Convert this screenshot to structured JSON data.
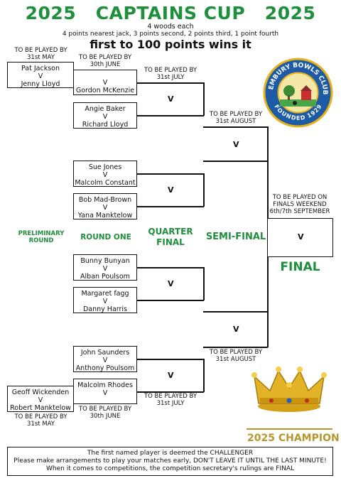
{
  "header": {
    "title": "2025   CAPTAINS CUP   2025",
    "line1": "4 woods each",
    "line2": "4 points nearest jack, 3 points second, 2 points third, 1 point fourth",
    "line3": "first to 100 points wins it"
  },
  "schedules": {
    "prelim_top": "TO BE PLAYED BY\n31st MAY",
    "r1_top": "TO BE PLAYED BY\n30th JUNE",
    "qf_top": "TO BE PLAYED BY\n31st JULY",
    "sf_top": "TO BE PLAYED BY\n31st AUGUST",
    "final": "TO BE PLAYED ON\nFINALS WEEKEND\n6th/7th SEPTEMBER",
    "sf_bottom": "TO BE PLAYED BY\n31st AUGUST",
    "qf_bottom": "TO BE PLAYED BY\n31st JULY",
    "r1_bottom": "TO BE PLAYED BY\n30th JUNE",
    "prelim_bottom": "TO BE PLAYED BY\n31st MAY"
  },
  "rounds": {
    "preliminary": "PRELIMINARY\nROUND",
    "round_one": "ROUND ONE",
    "quarter": "QUARTER\nFINAL",
    "semi": "SEMI-FINAL",
    "final": "FINAL"
  },
  "matches": {
    "prelim1": {
      "p1": "Pat Jackson",
      "vs": "V",
      "p2": "Jenny Lloyd"
    },
    "r1_1": {
      "p1": "V",
      "p2": "Gordon McKenzie"
    },
    "r1_2": {
      "p1": "Angie Baker",
      "vs": "V",
      "p2": "Richard Lloyd"
    },
    "r1_3": {
      "p1": "Sue Jones",
      "vs": "V",
      "p2": "Malcolm Constant"
    },
    "r1_4": {
      "p1": "Bob Mad-Brown",
      "vs": "V",
      "p2": "Yana Manktelow"
    },
    "r1_5": {
      "p1": "Bunny Bunyan",
      "vs": "V",
      "p2": "Alban Poulsom"
    },
    "r1_6": {
      "p1": "Margaret fagg",
      "vs": "V",
      "p2": "Danny Harris"
    },
    "r1_7": {
      "p1": "John Saunders",
      "vs": "V",
      "p2": "Anthony Poulsom"
    },
    "r1_8": {
      "p1": "Malcolm Rhodes",
      "vs": "V"
    },
    "prelim2": {
      "p1": "Geoff Wickenden",
      "vs": "V",
      "p2": "Robert Manktelow"
    },
    "qf_v": "V",
    "sf_v": "V",
    "final_v": "V"
  },
  "club": {
    "top": "PEMBURY BOWLS CLUB",
    "bottom": "FOUNDED 1929"
  },
  "champion": "2025 CHAMPION",
  "footer": {
    "l1": "The first named player is deemed the CHALLENGER",
    "l2": "Please make arrangements to play your matches early, DON'T LEAVE IT UNTIL THE LAST MINUTE!",
    "l3": "When it comes to competitions, the competition secretary's rulings are FINAL"
  },
  "colors": {
    "green": "#1e8f3b",
    "gold": "#d4a017"
  }
}
